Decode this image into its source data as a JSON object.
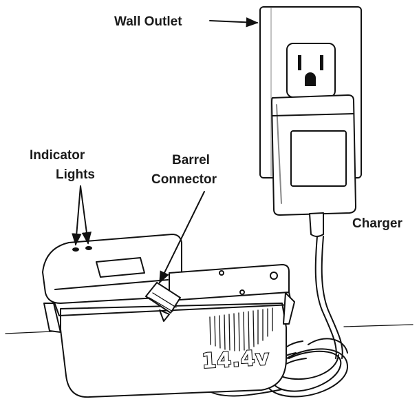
{
  "labels": {
    "wall_outlet": "Wall Outlet",
    "indicator_line1": "Indicator",
    "indicator_line2": "Lights",
    "barrel_line1": "Barrel",
    "barrel_line2": "Connector",
    "charger": "Charger"
  },
  "battery": {
    "voltage_marking": "14.4v"
  }
}
